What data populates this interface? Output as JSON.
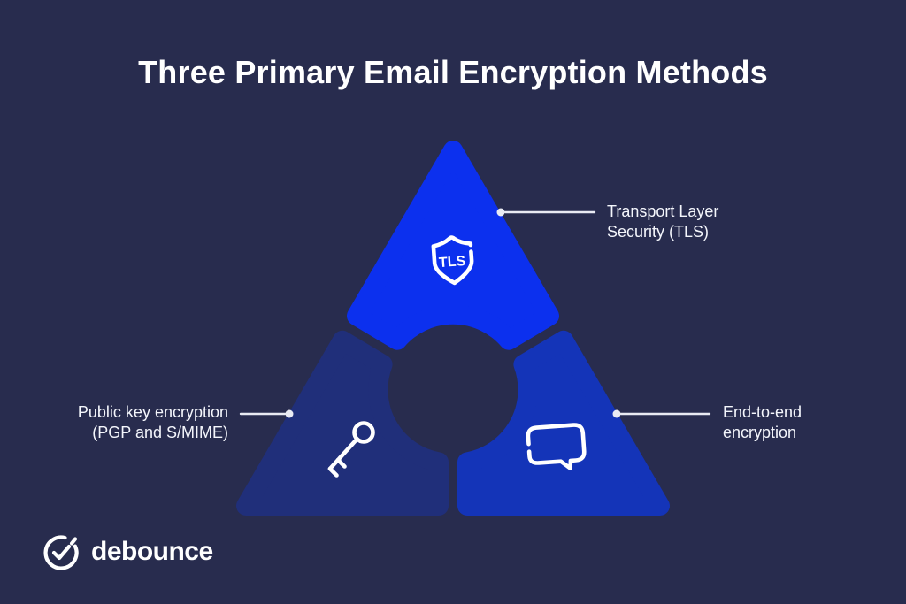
{
  "title": "Three Primary Email Encryption Methods",
  "brand": {
    "name": "debounce"
  },
  "colors": {
    "background": "#282c4e",
    "segment_top_blue": "#0c30ee",
    "segment_left_blue": "#202f7a",
    "segment_right_blue": "#1434b8",
    "label_text": "#f4f6fc",
    "connector": "#e9ebf3",
    "icon_stroke": "#ffffff"
  },
  "diagram": {
    "type": "triangle-three-segments",
    "center_shape": "circle-cutout",
    "segments": [
      {
        "id": "top",
        "label": "Transport Layer Security (TLS)",
        "label_lines": [
          "Transport Layer",
          "Security (TLS)"
        ],
        "icon": "shield-tls-icon",
        "badge": "TLS",
        "label_side": "right"
      },
      {
        "id": "bottom-left",
        "label": "Public key encryption (PGP and S/MIME)",
        "label_lines": [
          "Public key encryption",
          "(PGP and S/MIME)"
        ],
        "icon": "key-icon",
        "label_side": "left"
      },
      {
        "id": "bottom-right",
        "label": "End-to-end encryption",
        "label_lines": [
          "End-to-end",
          "encryption"
        ],
        "icon": "chat-bubble-icon",
        "label_side": "right"
      }
    ]
  }
}
